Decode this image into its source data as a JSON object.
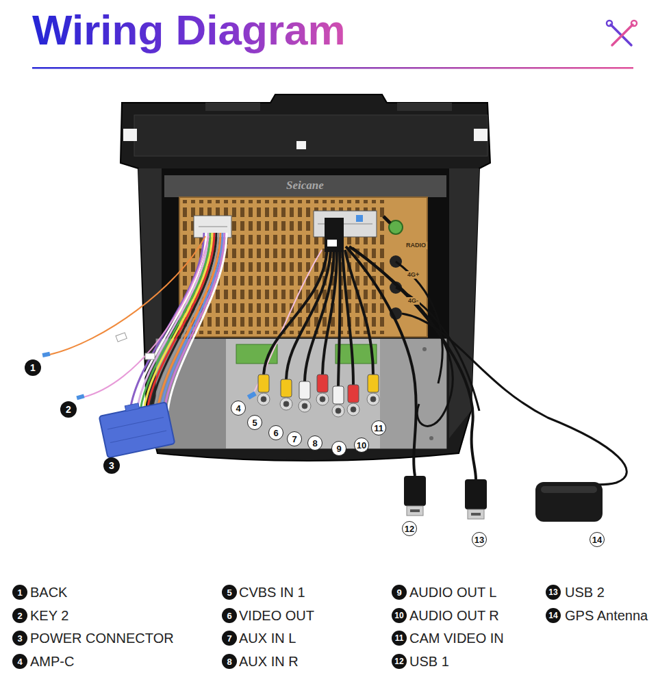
{
  "diagram": {
    "title": "Wiring Diagram",
    "labels": [
      "1",
      "2",
      "3",
      "4",
      "5",
      "6",
      "7",
      "8",
      "9",
      "10",
      "11",
      "12",
      "13",
      "14",
      "Seicane",
      "RADIO",
      "4G+",
      "4G-",
      "1",
      "BACK",
      "2",
      "KEY 2",
      "3",
      "POWER CONNECTOR",
      "4",
      "AMP-C",
      "5",
      "CVBS IN 1",
      "6",
      "VIDEO OUT",
      "7",
      "AUX IN L",
      "8",
      "AUX IN R",
      "9",
      "AUDIO OUT L",
      "10",
      "AUDIO OUT R",
      "11",
      "CAM VIDEO IN",
      "12",
      "USB 1",
      "13",
      "USB 2",
      "14",
      "GPS Antenna"
    ]
  }
}
